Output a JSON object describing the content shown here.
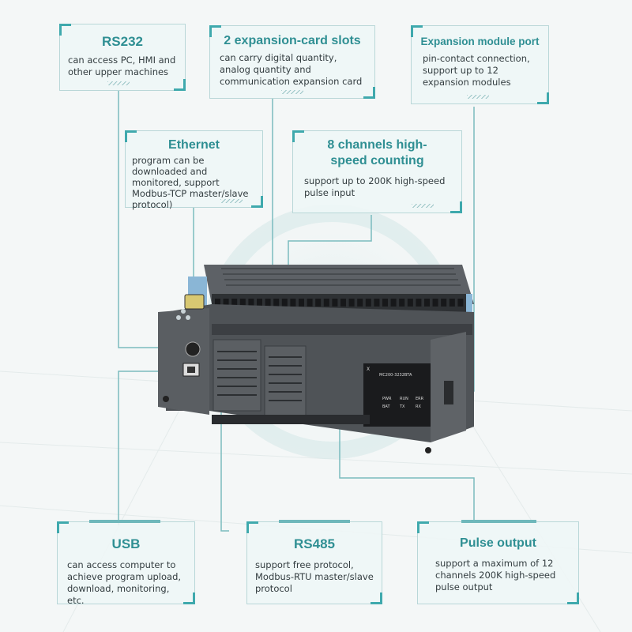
{
  "callouts": {
    "rs232": {
      "title": "RS232",
      "text": "can access PC, HMI and other upper machines"
    },
    "slots": {
      "title": "2 expansion-card slots",
      "text": "can carry digital quantity, analog quantity and communication expansion card"
    },
    "expansion_port": {
      "title": "Expansion module port",
      "text": "pin-contact connection, support up to 12 expansion modules"
    },
    "ethernet": {
      "title": "Ethernet",
      "text": "program can be downloaded and monitored, support Modbus-TCP master/slave protocol)"
    },
    "counting": {
      "title": "8 channels high-speed counting",
      "text": "support up to 200K high-speed pulse input"
    },
    "usb": {
      "title": "USB",
      "text": "can access computer to achieve program upload, download, monitoring, etc."
    },
    "rs485": {
      "title": "RS485",
      "text": "support free protocol, Modbus-RTU master/slave protocol"
    },
    "pulse": {
      "title": "Pulse output",
      "text": "support a maximum of 12 channels 200K high-speed pulse output"
    }
  },
  "device": {
    "model": "MC200-3232BTA",
    "panel_labels": [
      "PWR",
      "RUN",
      "ERR",
      "BAT",
      "TX",
      "RX"
    ],
    "corner_mark": "X"
  },
  "colors": {
    "accent": "#2f8f93",
    "line": "#7bbcbe",
    "housing": "#4f5357"
  },
  "icons": [
    "ethernet-port-icon",
    "usb-port-icon",
    "rs232-port-icon",
    "network-logo-icon"
  ]
}
